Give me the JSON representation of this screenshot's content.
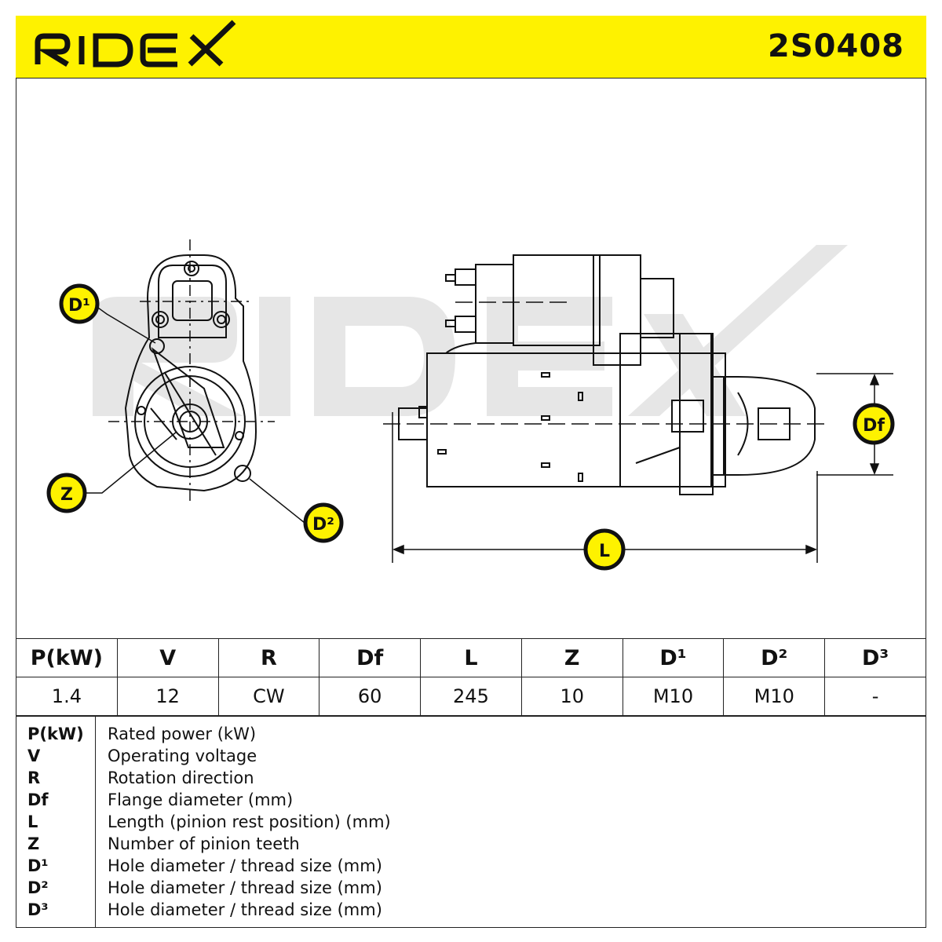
{
  "header": {
    "brand": "RIDEX",
    "part_number": "2S0408"
  },
  "drawing": {
    "watermark": "RIDEX",
    "callouts": {
      "d1": "D¹",
      "z": "Z",
      "d2": "D²",
      "df": "Df",
      "l": "L"
    }
  },
  "specs": {
    "headers": [
      "P(kW)",
      "V",
      "R",
      "Df",
      "L",
      "Z",
      "D¹",
      "D²",
      "D³"
    ],
    "values": [
      "1.4",
      "12",
      "CW",
      "60",
      "245",
      "10",
      "M10",
      "M10",
      "-"
    ]
  },
  "legend": [
    {
      "key": "P(kW)",
      "desc": "Rated power (kW)"
    },
    {
      "key": "V",
      "desc": "Operating voltage"
    },
    {
      "key": "R",
      "desc": "Rotation direction"
    },
    {
      "key": "Df",
      "desc": "Flange diameter (mm)"
    },
    {
      "key": "L",
      "desc": "Length (pinion rest position) (mm)"
    },
    {
      "key": "Z",
      "desc": "Number of pinion teeth"
    },
    {
      "key": "D¹",
      "desc": "Hole diameter / thread size (mm)"
    },
    {
      "key": "D²",
      "desc": "Hole diameter / thread size (mm)"
    },
    {
      "key": "D³",
      "desc": "Hole diameter / thread size (mm)"
    }
  ],
  "colors": {
    "accent_yellow": "#fef200",
    "line": "#222222",
    "watermark": "#e6e6e6"
  }
}
